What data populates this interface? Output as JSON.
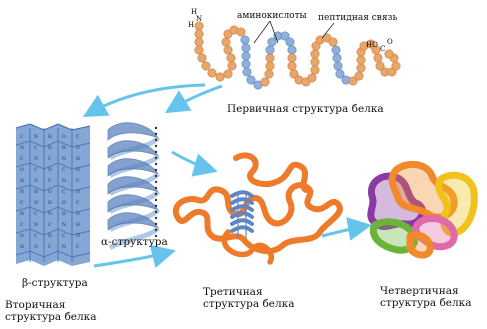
{
  "colors": {
    "primary_bead": "#e8a66a",
    "primary_bead_blue": "#8fb0d8",
    "beta_sheet": "#6f98cf",
    "alpha_helix": "#5c84c0",
    "tertiary_chain": "#ee7a2a",
    "tertiary_helix": "#5f86c4",
    "arrow": "#66c4ec",
    "quaternary_orange": "#f08a2a",
    "quaternary_purple": "#8a3aa0",
    "quaternary_green": "#6bb43a",
    "quaternary_yellow": "#f2c21c",
    "quaternary_pink": "#e06aa8"
  },
  "labels": {
    "amino_acids": "аминокислоты",
    "peptide_bond": "пептидная связь",
    "primary": "Первичная структура белка",
    "beta": "β-структура",
    "alpha": "α-структура",
    "secondary_line1": "Вторичная",
    "secondary_line2": "структура белка",
    "tertiary_line1": "Третичная",
    "tertiary_line2": "структура белка",
    "quaternary_line1": "Четвертичная",
    "quaternary_line2": "структура белка",
    "n_term_h1": "H",
    "n_term_n": "N",
    "n_term_h2": "H",
    "c_term_ho": "HO",
    "c_term_c": "C",
    "c_term_o": "O"
  }
}
